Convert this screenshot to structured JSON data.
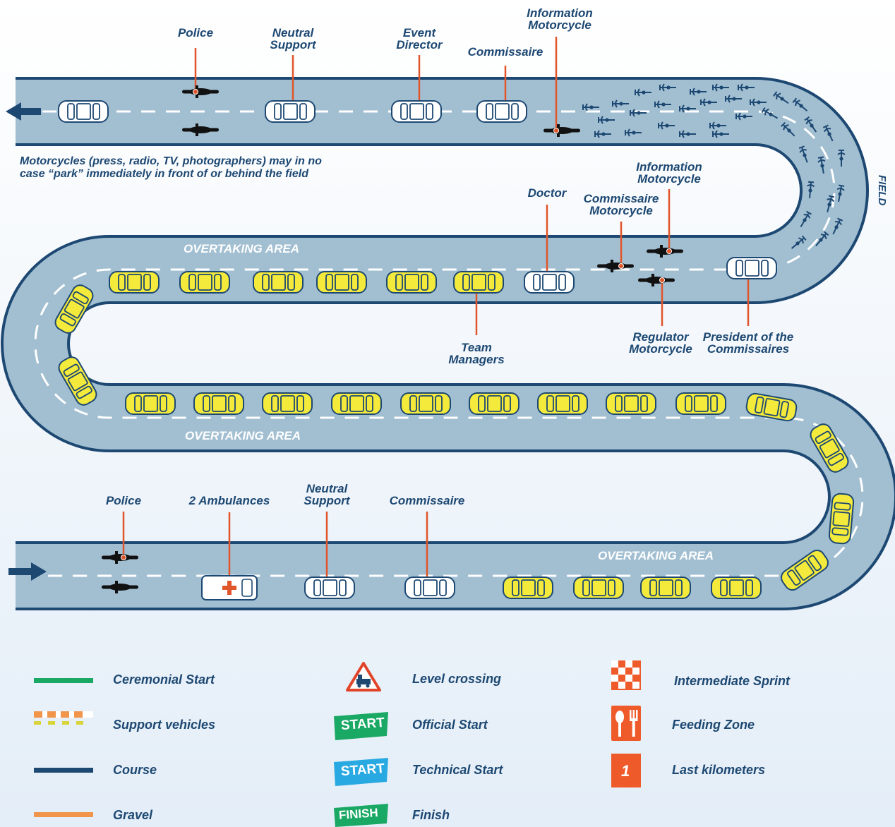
{
  "labels": {
    "police_top": "Police",
    "neutral_support_top": "Neutral\nSupport",
    "event_director": "Event\nDirector",
    "commissaire_top": "Commissaire",
    "information_motorcycle_top": "Information\nMotorcycle",
    "field": "FIELD",
    "motorcycles_note": "Motorcycles (press, radio, TV, photographers) may in no\ncase “park” immediately in front of or behind the field",
    "doctor": "Doctor",
    "commissaire_motorcycle": "Commissaire\nMotorcycle",
    "information_motorcycle_mid": "Information\nMotorcycle",
    "overtaking_area": "OVERTAKING AREA",
    "team_managers": "Team\nManagers",
    "regulator_motorcycle": "Regulator\nMotorcycle",
    "president_commissaires": "President of the\nCommissaires",
    "police_bottom": "Police",
    "ambulances": "2 Ambulances",
    "neutral_support_bottom": "Neutral\nSupport",
    "commissaire_bottom": "Commissaire"
  },
  "legend": {
    "ceremonial_start": "Ceremonial Start",
    "support_vehicles": "Support vehicles",
    "course": "Course",
    "gravel": "Gravel",
    "level_crossing": "Level crossing",
    "official_start": "Official Start",
    "technical_start": "Technical Start",
    "finish": "Finish",
    "intermediate_sprint": "Intermediate Sprint",
    "feeding_zone": "Feeding Zone",
    "last_kilometers": "Last kilometers",
    "start_badge": "START",
    "finish_badge": "FINISH",
    "last_km_badge": "1"
  },
  "colors": {
    "road_fill": "#a2bfd2",
    "road_border": "#1d4872",
    "dash": "#ffffff",
    "team_car": "#f4ea3c",
    "neutral_car": "#ffffff",
    "leader_line": "#e0552a",
    "ceremonial_start": "#1aa865",
    "course": "#1d4872",
    "gravel": "#f0954a",
    "official_start": "#1aa865",
    "technical_start": "#29a9e1",
    "orange_icon": "#ee5a2a"
  }
}
